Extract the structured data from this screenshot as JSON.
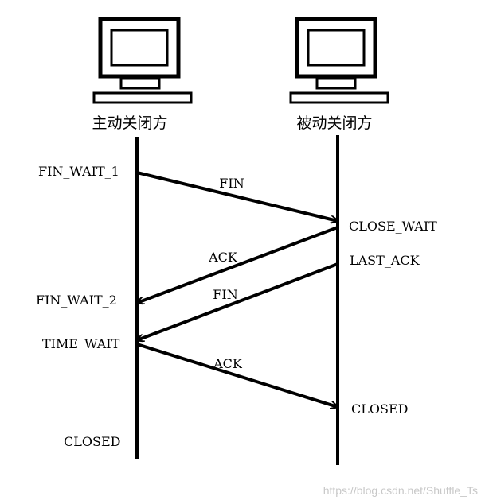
{
  "hosts": {
    "left": {
      "label": "主动关闭方",
      "icon": "computer-icon"
    },
    "right": {
      "label": "被动关闭方",
      "icon": "computer-icon"
    }
  },
  "states_left": [
    "FIN_WAIT_1",
    "FIN_WAIT_2",
    "TIME_WAIT",
    "CLOSED"
  ],
  "states_right": [
    "CLOSE_WAIT",
    "LAST_ACK",
    "CLOSED"
  ],
  "messages": [
    {
      "label": "FIN",
      "from": "left",
      "to": "right"
    },
    {
      "label": "ACK",
      "from": "right",
      "to": "left"
    },
    {
      "label": "FIN",
      "from": "right",
      "to": "left"
    },
    {
      "label": "ACK",
      "from": "left",
      "to": "right"
    }
  ],
  "watermark": "https://blog.csdn.net/Shuffle_Ts",
  "colors": {
    "line": "#000000",
    "watermark": "#c8c8c8"
  }
}
